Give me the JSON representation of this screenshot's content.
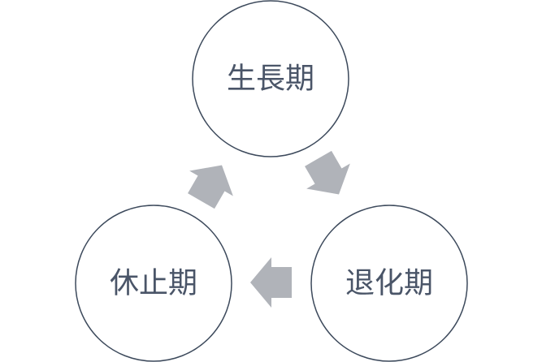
{
  "nodes": [
    {
      "label": "生長期"
    },
    {
      "label": "退化期"
    },
    {
      "label": "休止期"
    }
  ],
  "colors": {
    "circle_stroke": "#3d4a5c",
    "text": "#4a5568",
    "arrow": "#b0b3b9"
  }
}
